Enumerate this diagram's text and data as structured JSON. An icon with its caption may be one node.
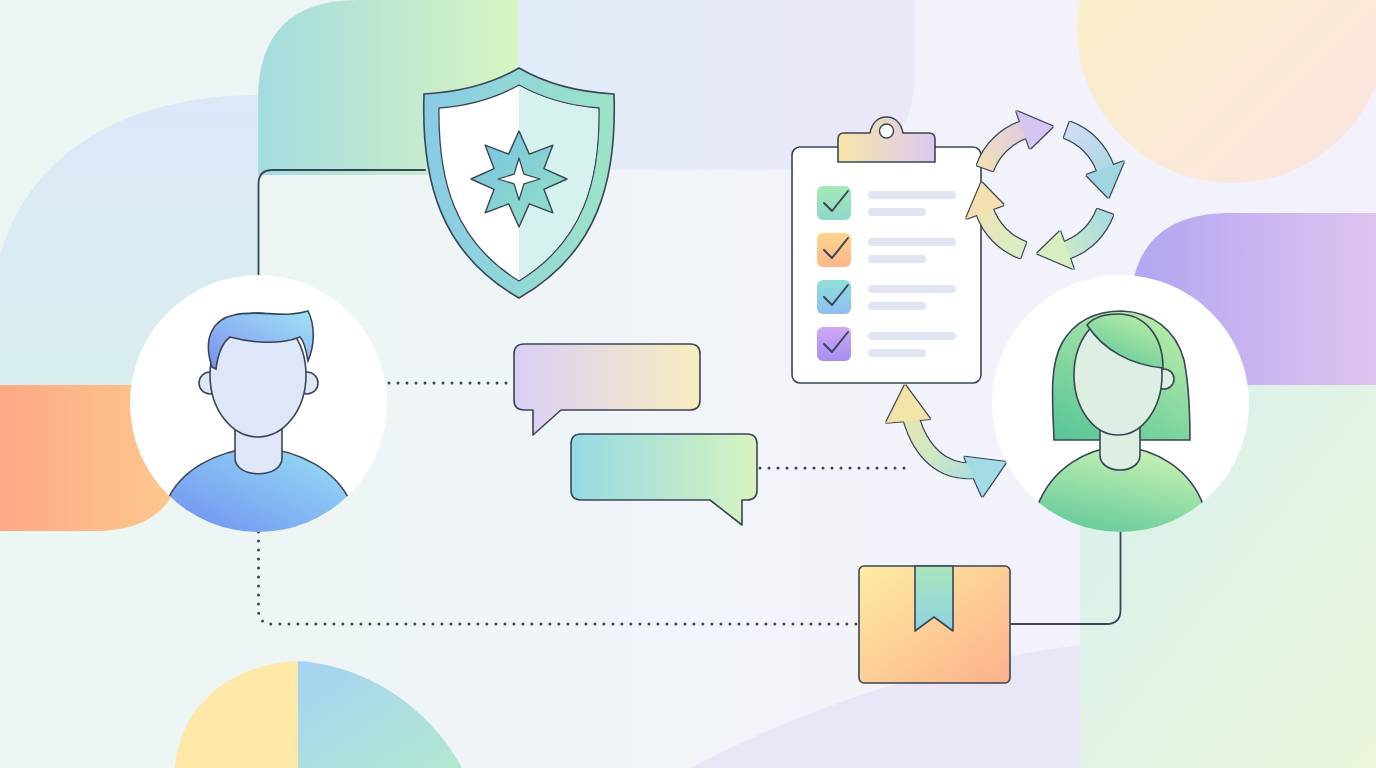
{
  "diagram": {
    "nodes": [
      {
        "text": [],
        "shape": "person"
      },
      {
        "text": [],
        "shape": "shield"
      },
      {
        "text": [],
        "shape": "bubble"
      },
      {
        "text": [],
        "shape": "bubble"
      },
      {
        "text": [],
        "shape": "clipboard"
      },
      {
        "text": [],
        "shape": "person"
      },
      {
        "text": [],
        "shape": "package"
      }
    ],
    "edges": [
      {
        "from": 0,
        "to": 1,
        "arrow": "none"
      },
      {
        "from": 0,
        "to": 2,
        "arrow": "none",
        "style": "dashed"
      },
      {
        "from": 3,
        "to": null,
        "arrow": "none",
        "style": "dashed"
      },
      {
        "from": 4,
        "to": 5,
        "arrow": "both",
        "style": "thick"
      },
      {
        "from": 0,
        "to": 6,
        "arrow": "none",
        "style": "dashed"
      },
      {
        "from": 6,
        "to": 5,
        "arrow": "none"
      }
    ]
  }
}
